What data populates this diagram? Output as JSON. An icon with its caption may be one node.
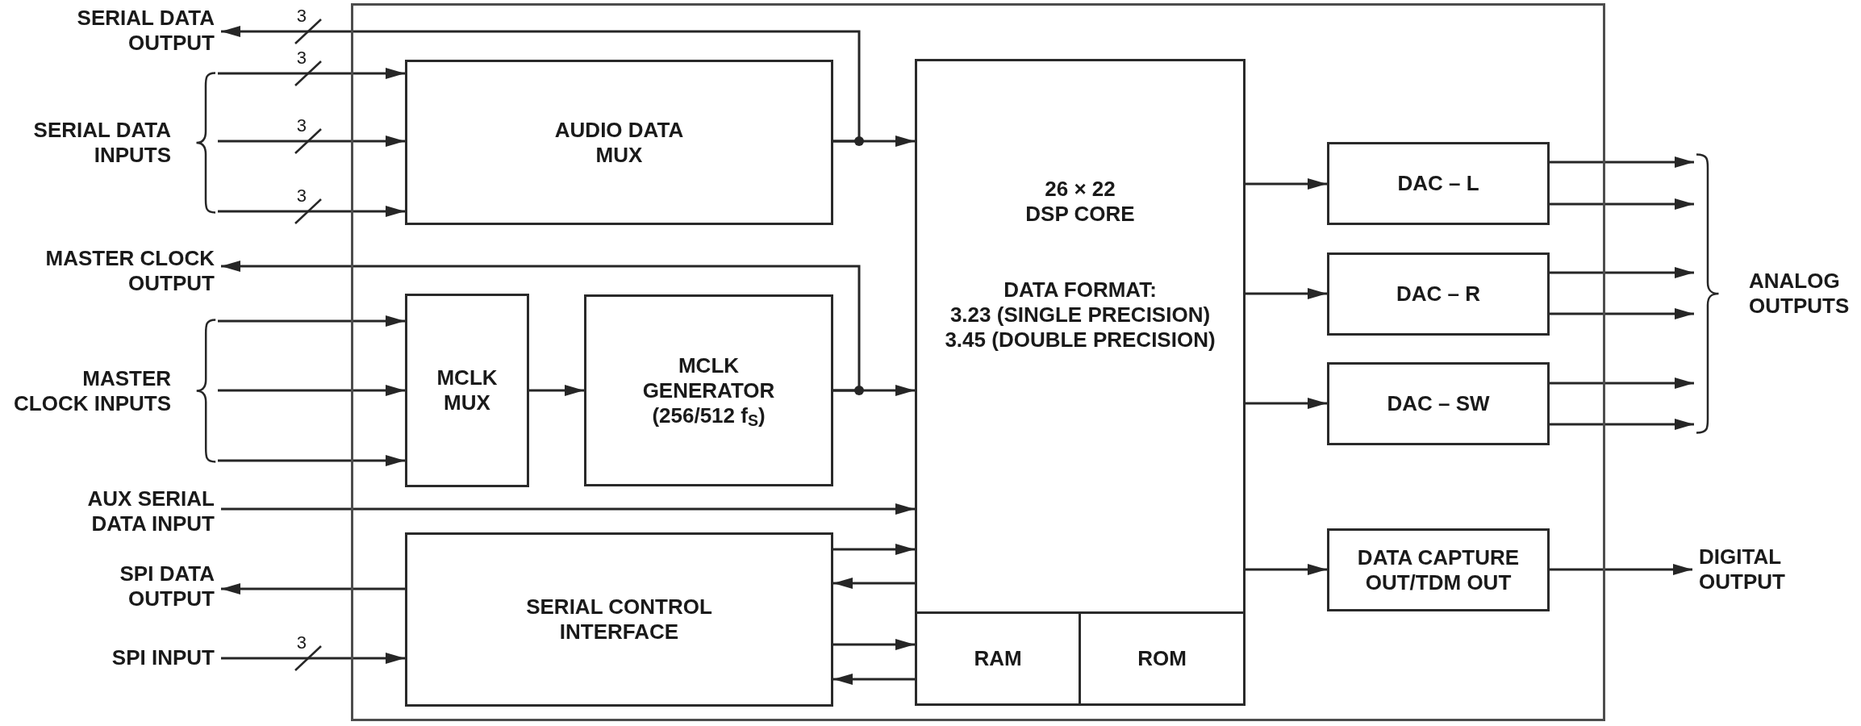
{
  "diagram": {
    "nodes": [
      {
        "text": [
          "SERIAL DATA OUTPUT"
        ]
      },
      {
        "text": [
          "SERIAL DATA INPUTS"
        ]
      },
      {
        "text": [
          "MASTER CLOCK OUTPUT"
        ]
      },
      {
        "text": [
          "MASTER CLOCK INPUTS"
        ]
      },
      {
        "text": [
          "AUX SERIAL DATA INPUT"
        ]
      },
      {
        "text": [
          "SPI DATA OUTPUT"
        ]
      },
      {
        "text": [
          "SPI INPUT"
        ]
      },
      {
        "text": [],
        "shape": "box"
      },
      {
        "text": [
          "AUDIO DATA MUX"
        ],
        "in": 7
      },
      {
        "text": [
          "MCLK MUX"
        ],
        "in": 7
      },
      {
        "text": [
          "MCLK GENERATOR (256/512 f$_{S}$)"
        ],
        "in": 7
      },
      {
        "text": [
          "SERIAL CONTROL INTERFACE"
        ],
        "in": 7
      },
      {
        "text": [
          "26 × 22 DSP CORE",
          "DATA FORMAT:",
          "3.23 (SINGLE PRECISION)",
          "3.45 (DOUBLE PRECISION)"
        ],
        "in": 7
      },
      {
        "text": [
          "RAM"
        ],
        "in": 12
      },
      {
        "text": [
          "ROM"
        ],
        "in": 12
      },
      {
        "text": [
          "DAC – L"
        ],
        "in": 7
      },
      {
        "text": [
          "DAC – R"
        ],
        "in": 7
      },
      {
        "text": [
          "DAC – SW"
        ],
        "in": 7
      },
      {
        "text": [
          "DATA CAPTURE OUT/TDM OUT"
        ],
        "in": 7
      },
      {
        "text": [
          "ANALOG OUTPUTS"
        ]
      },
      {
        "text": [
          "DIGITAL OUTPUT"
        ]
      }
    ],
    "edges": [
      {
        "from": 1,
        "to": 8,
        "arrow": "to",
        "label": "3"
      },
      {
        "from": 1,
        "to": 8,
        "arrow": "to",
        "label": "3"
      },
      {
        "from": 1,
        "to": 8,
        "arrow": "to",
        "label": "3"
      },
      {
        "from": 8,
        "to": 12,
        "arrow": "to"
      },
      {
        "from": 8,
        "to": 0,
        "arrow": "to",
        "label": "3"
      },
      {
        "from": 3,
        "to": 9,
        "arrow": "to"
      },
      {
        "from": 3,
        "to": 9,
        "arrow": "to"
      },
      {
        "from": 3,
        "to": 9,
        "arrow": "to"
      },
      {
        "from": 9,
        "to": 10,
        "arrow": "to"
      },
      {
        "from": 10,
        "to": 12,
        "arrow": "to"
      },
      {
        "from": 10,
        "to": 2,
        "arrow": "to"
      },
      {
        "from": 4,
        "to": 12,
        "arrow": "to"
      },
      {
        "from": 11,
        "to": 5,
        "arrow": "to"
      },
      {
        "from": 6,
        "to": 11,
        "arrow": "to",
        "label": "3"
      },
      {
        "from": 11,
        "to": 12,
        "arrow": "to"
      },
      {
        "from": 12,
        "to": 11,
        "arrow": "to"
      },
      {
        "from": 11,
        "to": 13,
        "arrow": "to"
      },
      {
        "from": 13,
        "to": 11,
        "arrow": "to"
      },
      {
        "from": 12,
        "to": 15,
        "arrow": "to"
      },
      {
        "from": 12,
        "to": 16,
        "arrow": "to"
      },
      {
        "from": 12,
        "to": 17,
        "arrow": "to"
      },
      {
        "from": 12,
        "to": 18,
        "arrow": "to"
      },
      {
        "from": 15,
        "to": 19,
        "arrow": "to"
      },
      {
        "from": 15,
        "to": 19,
        "arrow": "to"
      },
      {
        "from": 16,
        "to": 19,
        "arrow": "to"
      },
      {
        "from": 16,
        "to": 19,
        "arrow": "to"
      },
      {
        "from": 17,
        "to": 19,
        "arrow": "to"
      },
      {
        "from": 17,
        "to": 19,
        "arrow": "to"
      },
      {
        "from": 18,
        "to": 20,
        "arrow": "to"
      }
    ]
  }
}
